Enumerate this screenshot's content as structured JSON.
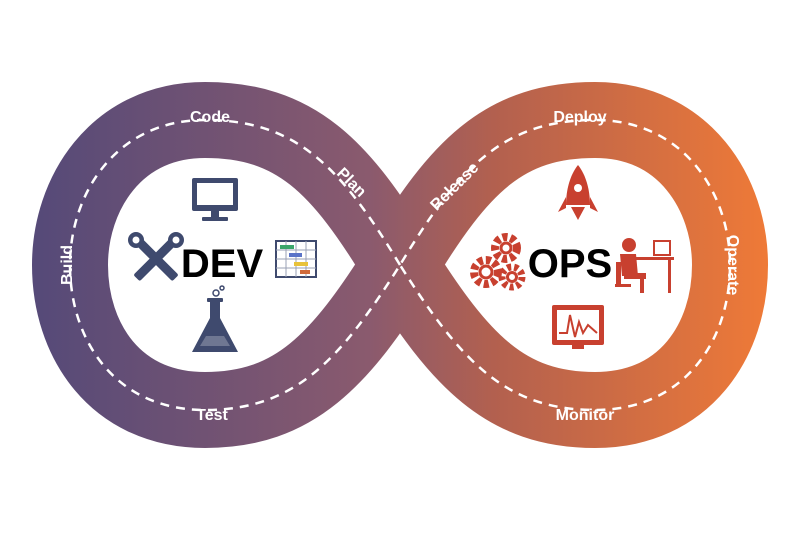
{
  "diagram": {
    "dev_label": "DEV",
    "ops_label": "OPS",
    "stages": {
      "code": "Code",
      "build": "Build",
      "test": "Test",
      "plan": "Plan",
      "release": "Release",
      "deploy": "Deploy",
      "operate": "Operate",
      "monitor": "Monitor"
    },
    "icons": {
      "dev": [
        "monitor-icon",
        "tools-icon",
        "gantt-chart-icon",
        "flask-icon"
      ],
      "ops": [
        "rocket-icon",
        "gears-icon",
        "operator-at-desk-icon",
        "activity-monitor-icon"
      ]
    },
    "colors": {
      "dev_band": "#564a78",
      "mid_band": "#8f5a6c",
      "ops_band": "#ee7a39",
      "dev_icon": "#3f4a6e",
      "ops_icon": "#c8402f",
      "dash": "#ffffff"
    }
  }
}
